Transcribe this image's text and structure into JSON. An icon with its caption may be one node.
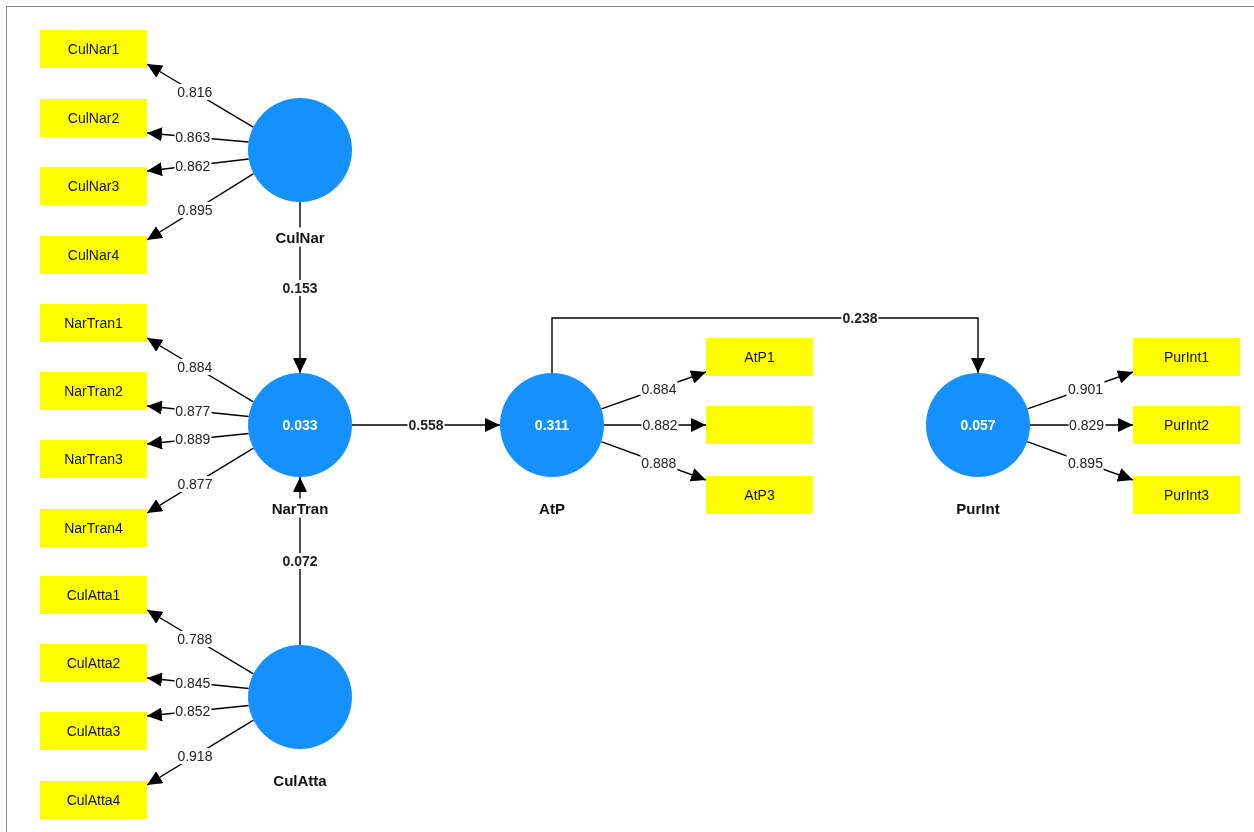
{
  "diagram": {
    "nodes": [
      {
        "text": [
          "CulNar1"
        ]
      },
      {
        "text": [
          "CulNar2"
        ]
      },
      {
        "text": [
          "CulNar3"
        ]
      },
      {
        "text": [
          "CulNar4"
        ]
      },
      {
        "text": [],
        "shape": "circle",
        "beside": [
          "CulNar"
        ]
      },
      {
        "text": [
          "NarTran1"
        ]
      },
      {
        "text": [
          "NarTran2"
        ]
      },
      {
        "text": [
          "NarTran3"
        ]
      },
      {
        "text": [
          "NarTran4"
        ]
      },
      {
        "text": [
          "0.033"
        ],
        "beside": [
          "NarTran"
        ]
      },
      {
        "text": [
          "CulAtta1"
        ]
      },
      {
        "text": [
          "CulAtta2"
        ]
      },
      {
        "text": [
          "CulAtta3"
        ]
      },
      {
        "text": [
          "CulAtta4"
        ]
      },
      {
        "text": [],
        "shape": "circle",
        "beside": [
          "CulAtta"
        ]
      },
      {
        "text": [
          "0.311"
        ],
        "beside": [
          "AtP"
        ]
      },
      {
        "text": [
          "AtP1"
        ]
      },
      {
        "text": [],
        "shape": "box"
      },
      {
        "text": [
          "AtP3"
        ]
      },
      {
        "text": [
          "0.057"
        ],
        "beside": [
          "PurInt"
        ]
      },
      {
        "text": [
          "PurInt1"
        ]
      },
      {
        "text": [
          "PurInt2"
        ]
      },
      {
        "text": [
          "PurInt3"
        ]
      }
    ],
    "edges": [
      {
        "from": 4,
        "to": 0,
        "arrow": "to",
        "label": "0.816"
      },
      {
        "from": 4,
        "to": 1,
        "arrow": "to",
        "label": "0.863"
      },
      {
        "from": 4,
        "to": 2,
        "arrow": "to",
        "label": "0.862"
      },
      {
        "from": 4,
        "to": 3,
        "arrow": "to",
        "label": "0.895"
      },
      {
        "from": 9,
        "to": 5,
        "arrow": "to",
        "label": "0.884"
      },
      {
        "from": 9,
        "to": 6,
        "arrow": "to",
        "label": "0.877"
      },
      {
        "from": 9,
        "to": 7,
        "arrow": "to",
        "label": "0.889"
      },
      {
        "from": 9,
        "to": 8,
        "arrow": "to",
        "label": "0.877"
      },
      {
        "from": 14,
        "to": 10,
        "arrow": "to",
        "label": "0.788"
      },
      {
        "from": 14,
        "to": 11,
        "arrow": "to",
        "label": "0.845"
      },
      {
        "from": 14,
        "to": 12,
        "arrow": "to",
        "label": "0.852"
      },
      {
        "from": 14,
        "to": 13,
        "arrow": "to",
        "label": "0.918"
      },
      {
        "from": 15,
        "to": 16,
        "arrow": "to",
        "label": "0.884"
      },
      {
        "from": 15,
        "to": 17,
        "arrow": "to",
        "label": "0.882"
      },
      {
        "from": 15,
        "to": 18,
        "arrow": "to",
        "label": "0.888"
      },
      {
        "from": 19,
        "to": 20,
        "arrow": "to",
        "label": "0.901"
      },
      {
        "from": 19,
        "to": 21,
        "arrow": "to",
        "label": "0.829"
      },
      {
        "from": 19,
        "to": 22,
        "arrow": "to",
        "label": "0.895"
      },
      {
        "from": 4,
        "to": 9,
        "arrow": "to",
        "label": "0.153"
      },
      {
        "from": 14,
        "to": 9,
        "arrow": "to",
        "label": "0.072"
      },
      {
        "from": 9,
        "to": 15,
        "arrow": "to",
        "label": "0.558"
      },
      {
        "from": 15,
        "to": 19,
        "arrow": "to",
        "label": "0.238"
      }
    ]
  }
}
